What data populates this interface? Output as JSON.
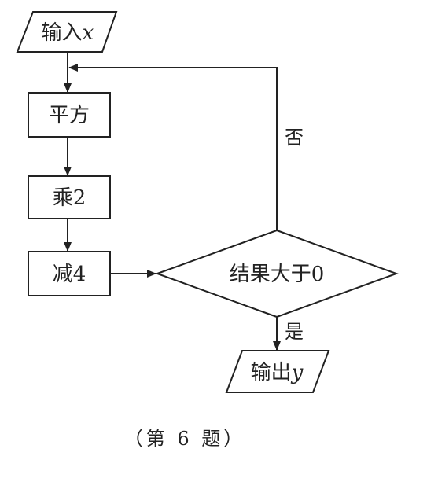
{
  "flowchart": {
    "input": {
      "prefix": "输入",
      "var": "x"
    },
    "square": "平方",
    "multiply": "乘2",
    "subtract": "减4",
    "decision": "结果大于0",
    "no_label": "否",
    "yes_label": "是",
    "output": {
      "prefix": "输出",
      "var": "y"
    }
  },
  "caption": "（第 6 题）"
}
